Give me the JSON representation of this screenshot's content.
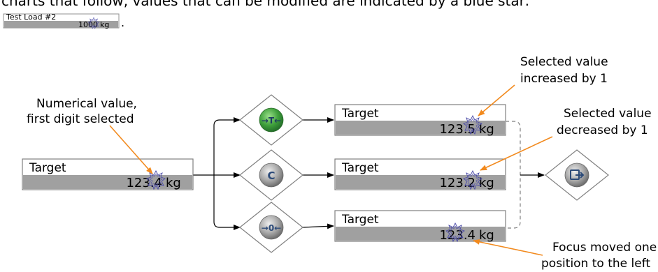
{
  "intro_line": "charts that follow, values that can be modified are indicated by a blue star:",
  "example_field": {
    "label": "Test Load #2",
    "value": "1000",
    "unit": "kg",
    "trailing": "."
  },
  "fields": {
    "source": {
      "label": "Target",
      "value": "123.4",
      "unit": "kg"
    },
    "tare": {
      "label": "Target",
      "value": "123.5",
      "unit": "kg"
    },
    "clear": {
      "label": "Target",
      "value": "123.2",
      "unit": "kg"
    },
    "zero": {
      "label": "Target",
      "value": "123.4",
      "unit": "kg"
    }
  },
  "buttons": {
    "tare_glyph": "→T←",
    "clear_glyph": "C",
    "zero_glyph": "→0←"
  },
  "notes": {
    "first_digit": [
      "Numerical value,",
      "first digit selected"
    ],
    "increased": [
      "Selected value",
      "increased by 1"
    ],
    "decreased": [
      "Selected value",
      "decreased by 1"
    ],
    "focus_left": [
      "Focus moved one",
      "position to the left"
    ]
  },
  "colors": {
    "field_bar": "#a0a0a0",
    "field_border": "#808080",
    "arrow_orange": "#f28a1e",
    "star_blue": "#4a4aa8",
    "tare_green": "#3e9f3b",
    "button_gray": "#8a8a8a",
    "icon_blue": "#2c4a78"
  },
  "icons": [
    "blue-star-icon",
    "tare-button-icon",
    "clear-button-icon",
    "zero-button-icon",
    "exit-button-icon"
  ]
}
